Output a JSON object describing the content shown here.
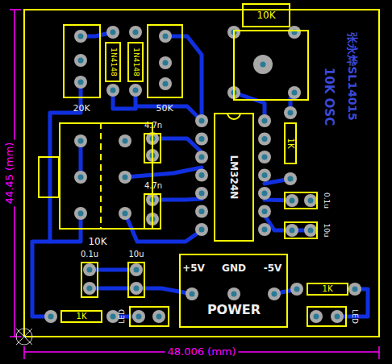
{
  "diagram": {
    "nodes": [
      {
        "text": [
          "20K"
        ]
      },
      {
        "text": [
          "1N4148"
        ]
      },
      {
        "text": [
          "1N4148"
        ]
      },
      {
        "text": [
          "50K"
        ]
      },
      {
        "text": [
          "4.7n"
        ]
      },
      {
        "text": [
          "4.7n"
        ]
      },
      {
        "text": [
          "10K"
        ]
      },
      {
        "text": [
          "10K"
        ]
      },
      {
        "text": [
          "LM324N"
        ]
      },
      {
        "text": [
          "1K"
        ]
      },
      {
        "text": [
          "0.1u"
        ]
      },
      {
        "text": [
          "10u"
        ]
      },
      {
        "text": [
          "+5V",
          "GND",
          "-5V",
          "POWER"
        ]
      },
      {
        "text": [
          "0.1u"
        ]
      },
      {
        "text": [
          "10u"
        ]
      },
      {
        "text": [
          "1K"
        ]
      },
      {
        "text": [
          "LED"
        ]
      },
      {
        "text": [
          "1K"
        ]
      },
      {
        "text": [
          "LED"
        ]
      }
    ],
    "labels": [
      "张永烨SL14015",
      "10K OSC",
      "44.45 (mm)",
      "48.006 (mm)"
    ]
  }
}
